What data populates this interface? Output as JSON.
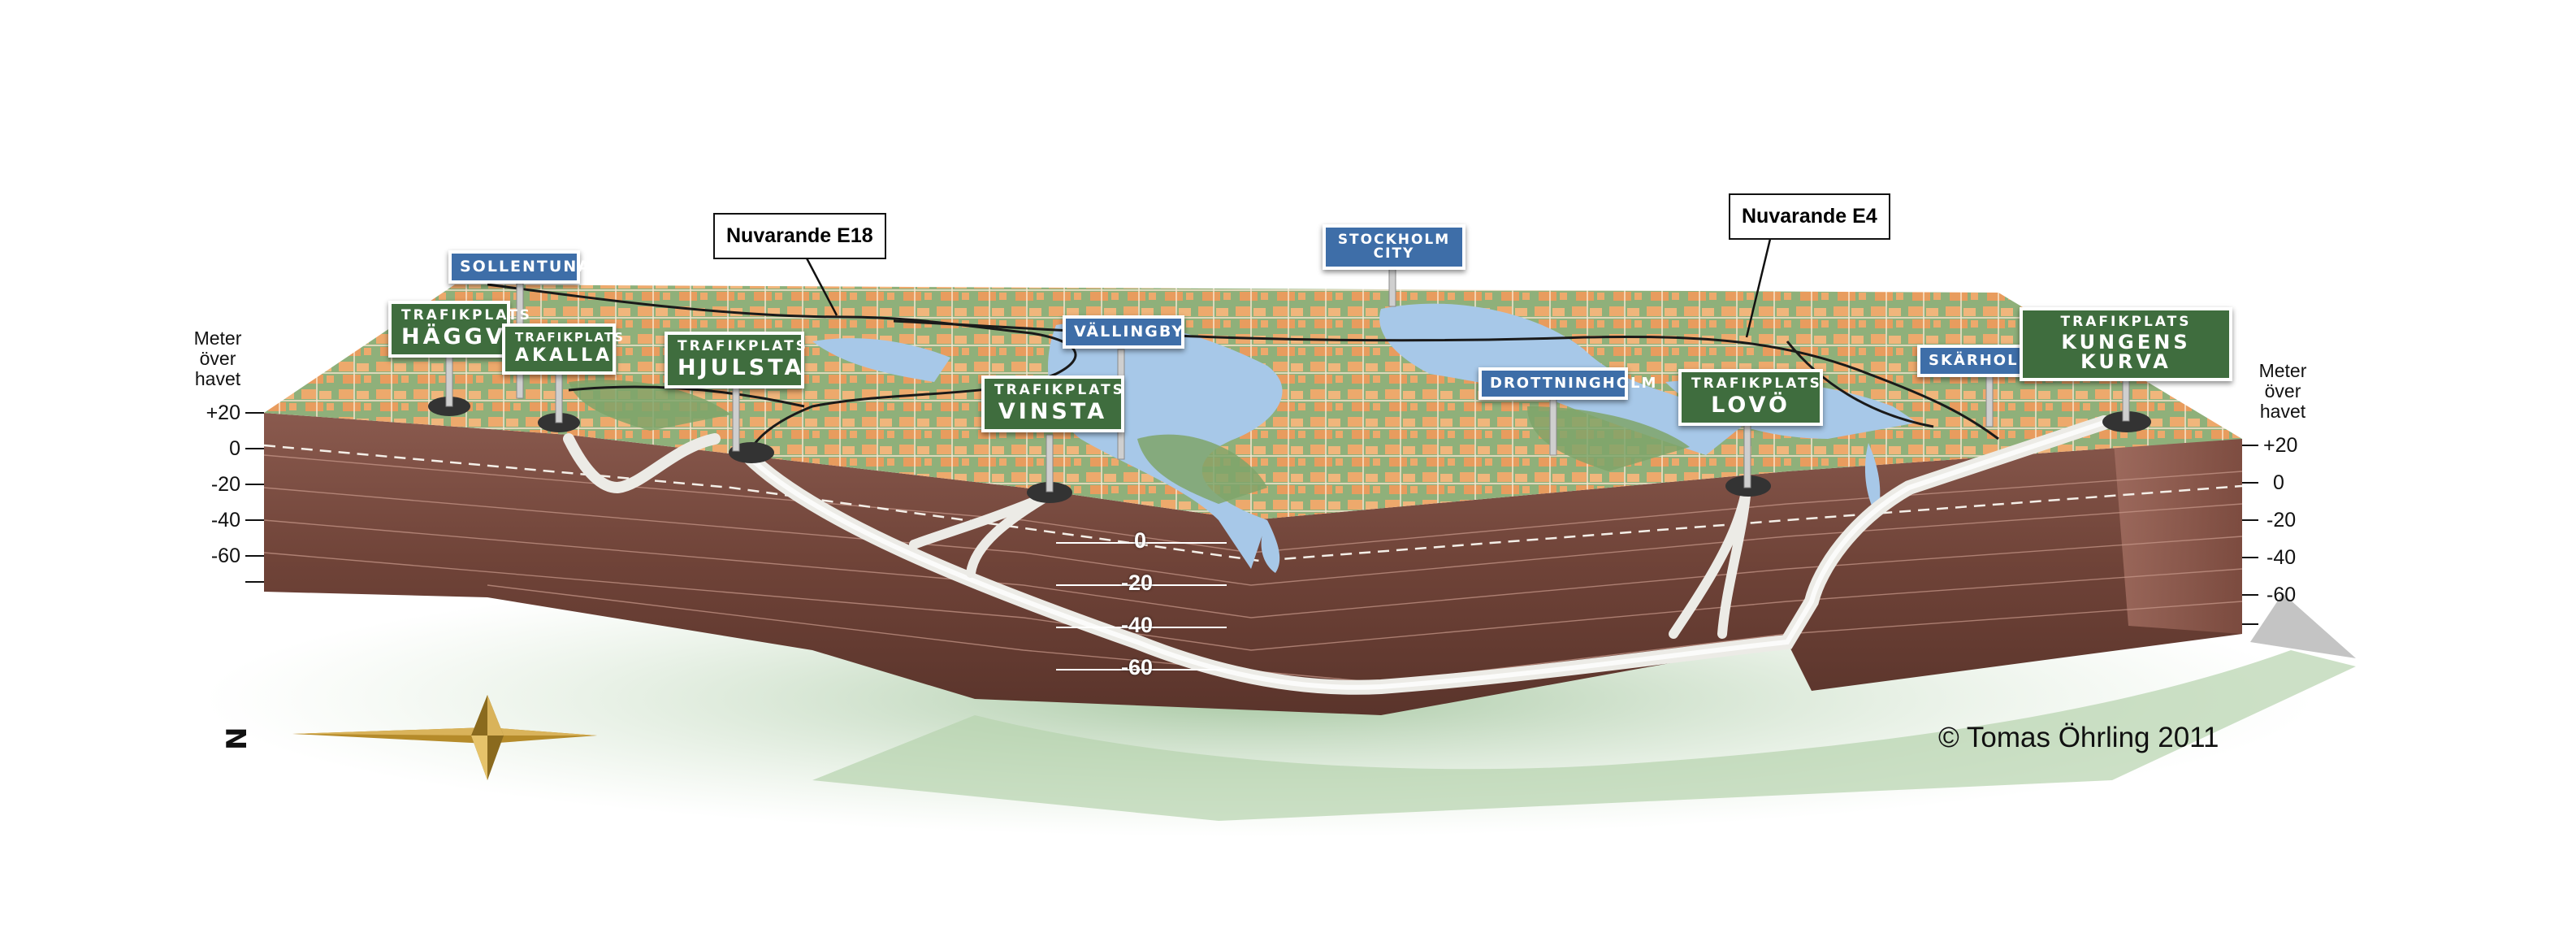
{
  "signs": {
    "sollentuna": "SOLLENTUNA",
    "haggvik": {
      "top": "TRAFIKPLATS",
      "name": "HÄGGVIK"
    },
    "akalla": {
      "top": "TRAFIKPLATS",
      "name": "AKALLA"
    },
    "hjulsta": {
      "top": "TRAFIKPLATS",
      "name": "HJULSTA"
    },
    "vinsta": {
      "top": "TRAFIKPLATS",
      "name": "VINSTA"
    },
    "vallingby": "VÄLLINGBY",
    "stockholm_city": "STOCKHOLM CITY",
    "drottningholm": "DROTTNINGHOLM",
    "lovo": {
      "top": "TRAFIKPLATS",
      "name": "LOVÖ"
    },
    "skarholmen": "SKÄRHOLMEN",
    "kungens_kurva": {
      "top": "TRAFIKPLATS",
      "name": "KUNGENS KURVA"
    }
  },
  "callouts": {
    "e18": "Nuvarande E18",
    "e4": "Nuvarande E4"
  },
  "left_scale": {
    "title": [
      "Meter",
      "över",
      "havet"
    ],
    "ticks": [
      "+20",
      "0",
      "-20",
      "-40",
      "-60"
    ]
  },
  "right_scale": {
    "title": [
      "Meter",
      "över",
      "havet"
    ],
    "ticks": [
      "+20",
      "0",
      "-20",
      "-40",
      "-60"
    ]
  },
  "depth_labels": [
    "0",
    "-20",
    "-40",
    "-60"
  ],
  "compass": {
    "label": "N",
    "icon": "compass-rose-icon"
  },
  "copyright": "© Tomas Öhrling 2011",
  "colors": {
    "sign_blue": "#3e6ea8",
    "sign_green": "#3f6d3e",
    "soil_brown": "#7a4a3f",
    "map_green": "#8fb07a",
    "water": "#a7c8e8",
    "urban": "#e8a870",
    "tunnel": "#ecebe6",
    "compass_gold": "#b58b2a"
  }
}
